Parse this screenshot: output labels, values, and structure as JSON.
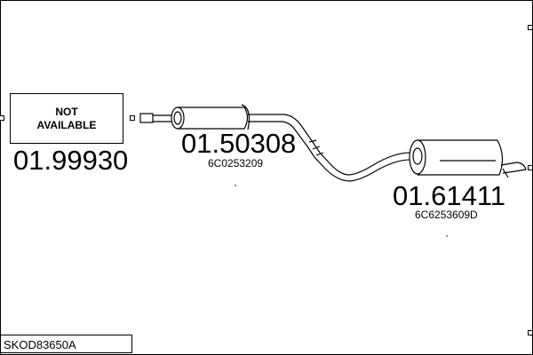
{
  "parts": [
    {
      "number": "01.99930",
      "oem": "",
      "status": [
        "NOT",
        "AVAILABLE"
      ]
    },
    {
      "number": "01.50308",
      "oem": "6C0253209"
    },
    {
      "number": "01.61411",
      "oem": "6C6253609D"
    }
  ],
  "reference": "SKOD83650A"
}
